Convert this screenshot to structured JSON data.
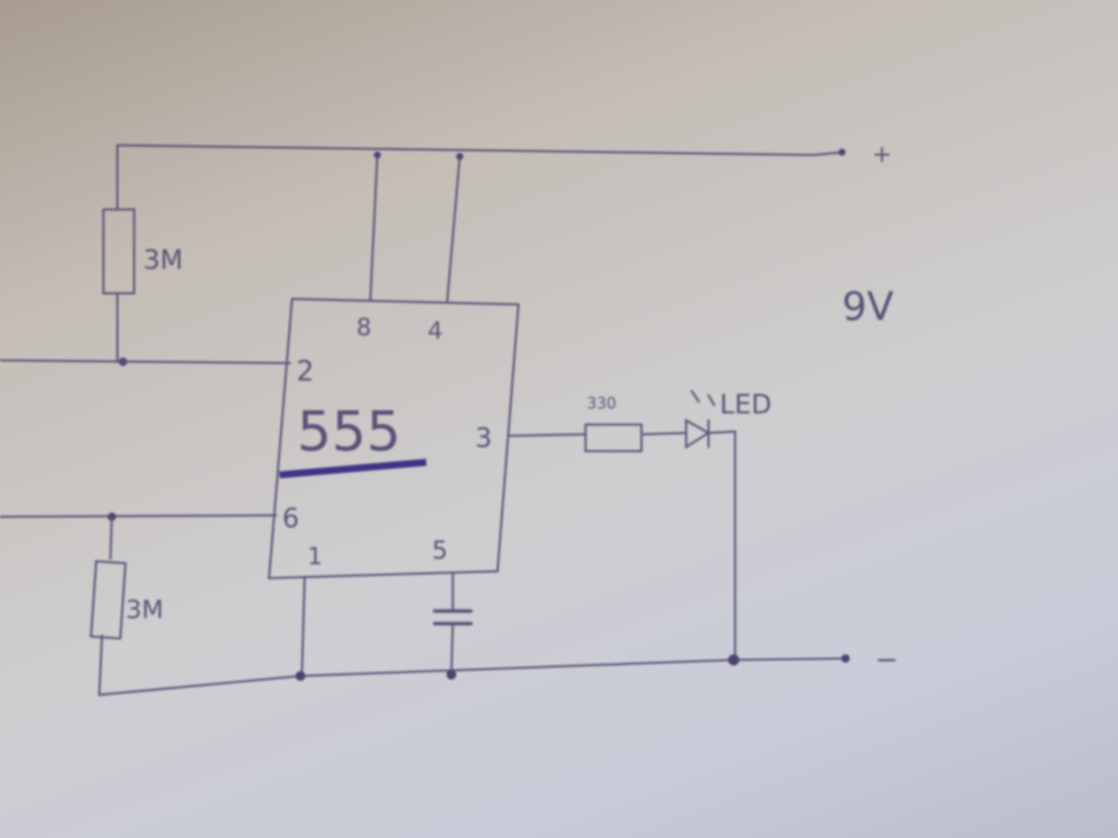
{
  "diagram": {
    "chip_label": "555",
    "pins": {
      "p8": "8",
      "p4": "4",
      "p2": "2",
      "p3": "3",
      "p6": "6",
      "p1": "1",
      "p5": "5"
    },
    "resistor_top_label": "3M",
    "resistor_bottom_label": "3M",
    "output_resistor_label": "330",
    "led_label": "LED",
    "supply_voltage": "9V",
    "positive_terminal": "+",
    "negative_terminal": "−"
  }
}
